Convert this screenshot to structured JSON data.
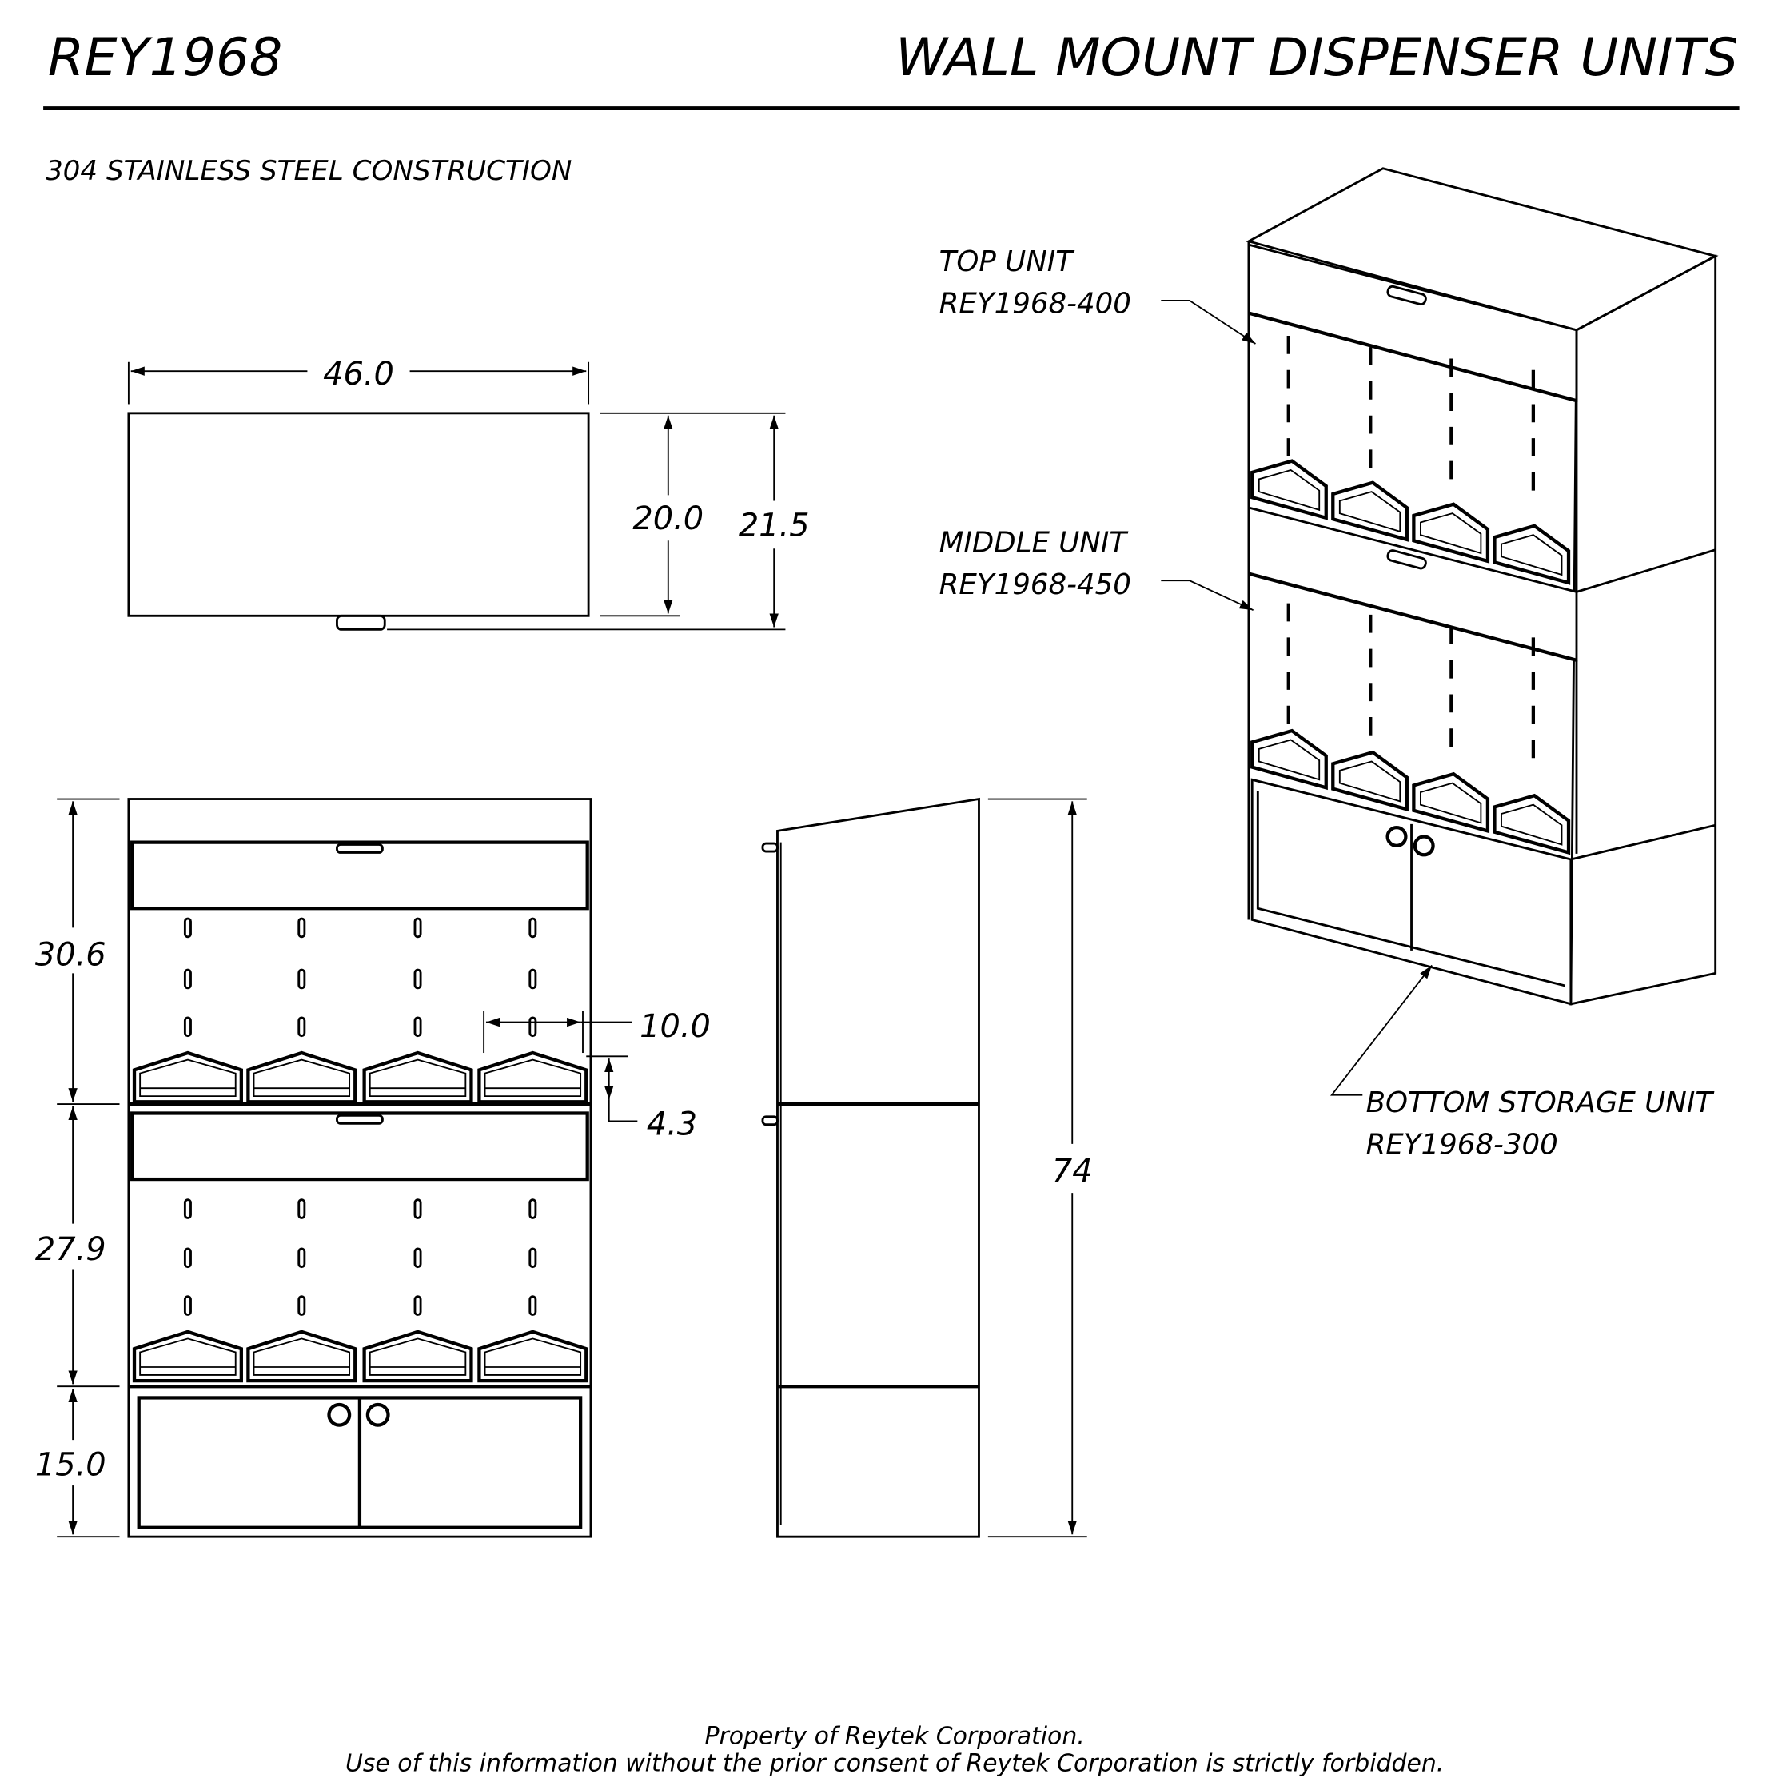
{
  "header": {
    "code": "REY1968",
    "title": "WALL MOUNT DISPENSER UNITS"
  },
  "note": "304 STAINLESS STEEL CONSTRUCTION",
  "top_view": {
    "width": "46.0",
    "depth": "20.0",
    "depth_with_handle": "21.5"
  },
  "front_view": {
    "top_unit_height": "30.6",
    "middle_unit_height": "27.9",
    "bottom_unit_height": "15.0",
    "bin_width": "10.0",
    "bin_height": "4.3"
  },
  "side_view": {
    "total_height": "74"
  },
  "callouts": {
    "top": {
      "name": "TOP UNIT",
      "part": "REY1968-400"
    },
    "middle": {
      "name": "MIDDLE UNIT",
      "part": "REY1968-450"
    },
    "bottom": {
      "name": "BOTTOM STORAGE UNIT",
      "part": "REY1968-300"
    }
  },
  "footer": {
    "line1": "Property of Reytek Corporation.",
    "line2": "Use of this information without the prior consent of Reytek Corporation is strictly forbidden."
  }
}
